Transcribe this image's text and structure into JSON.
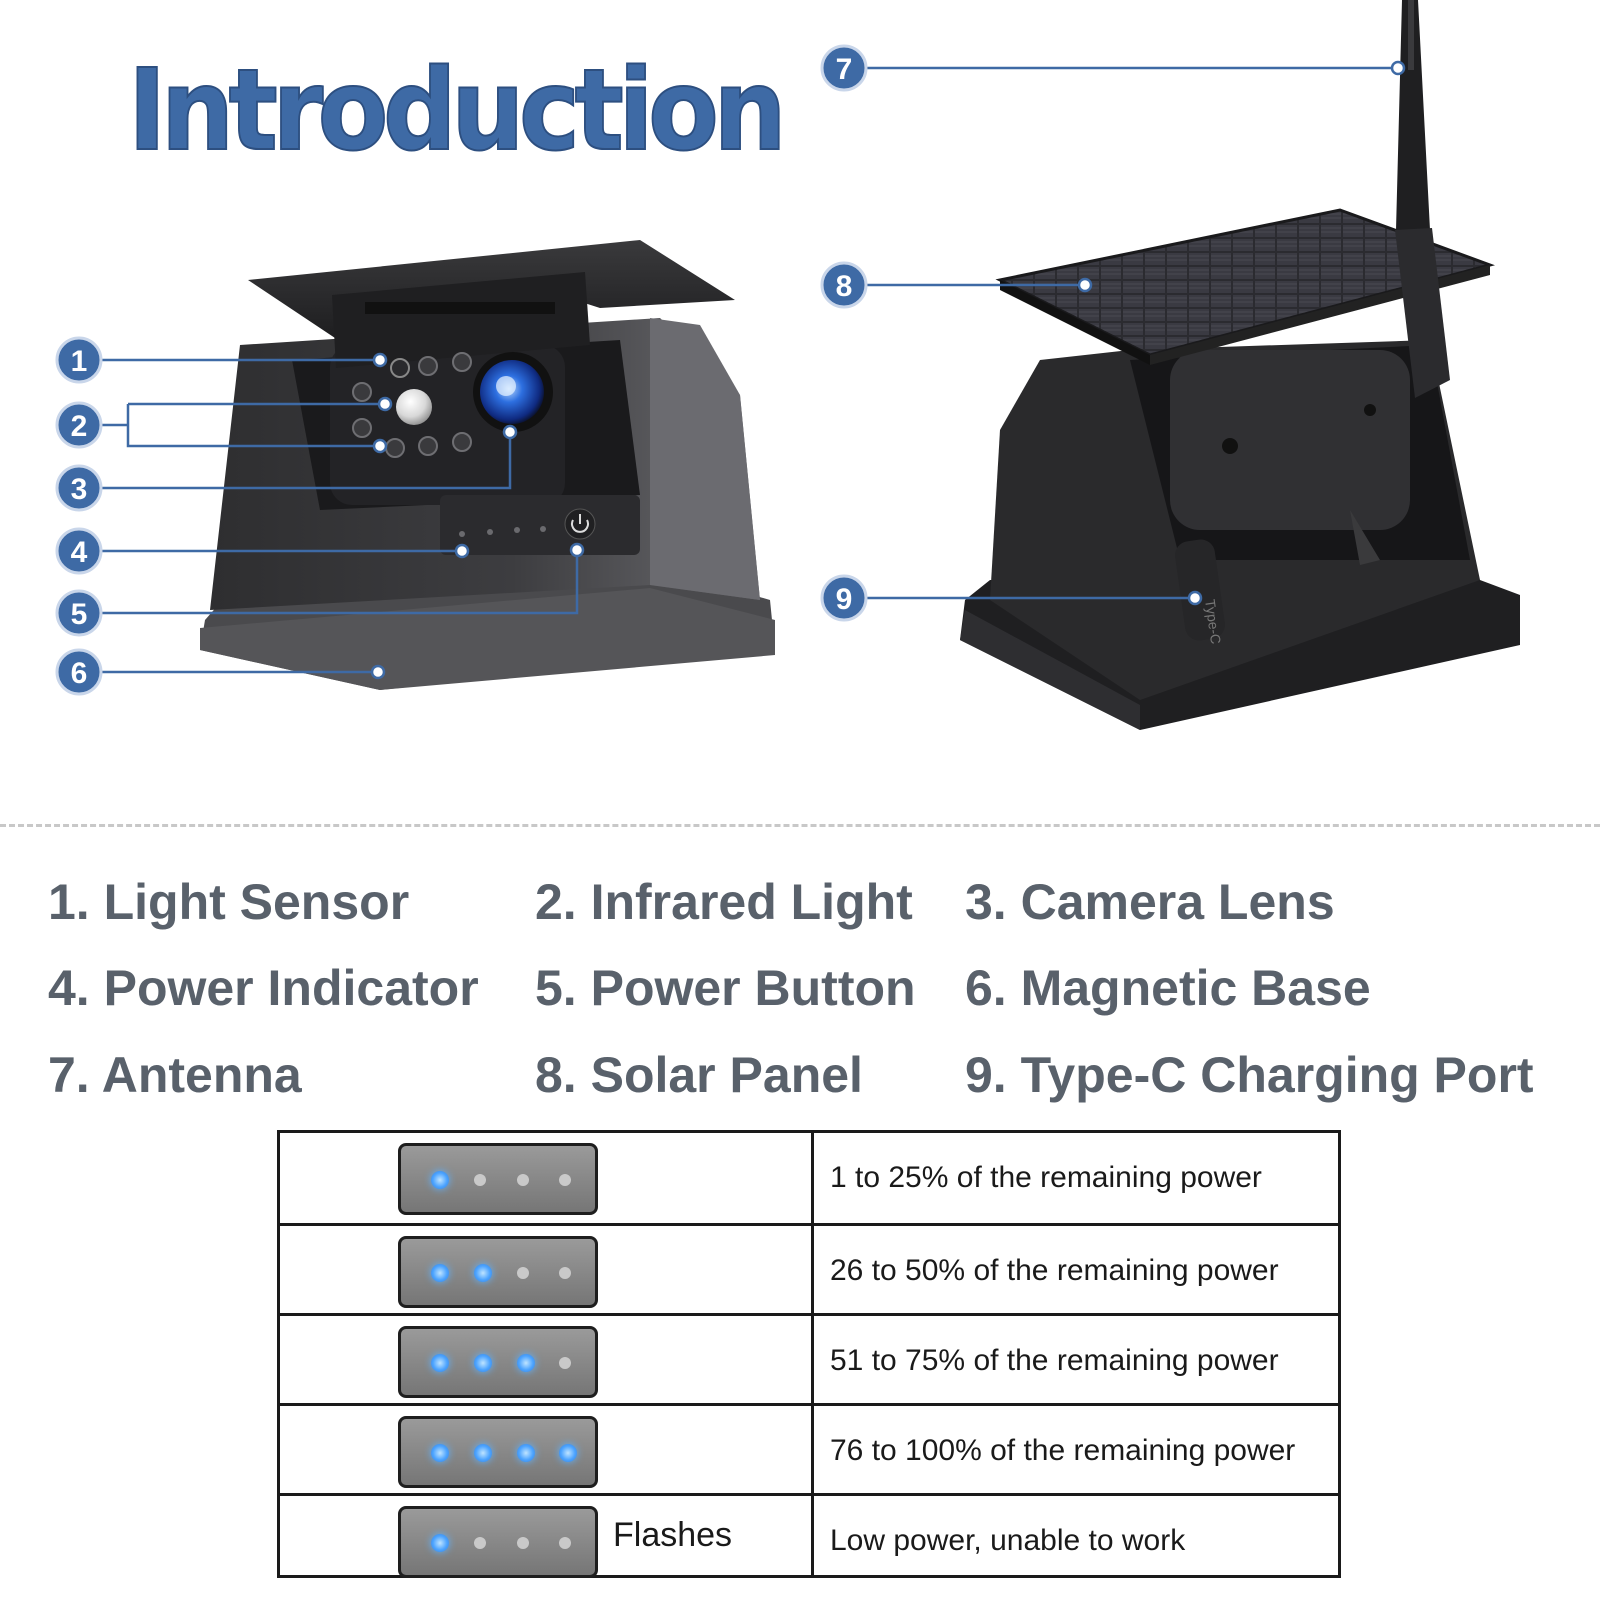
{
  "title": "Introduction",
  "callouts": [
    "1",
    "2",
    "3",
    "4",
    "5",
    "6",
    "7",
    "8",
    "9"
  ],
  "labels": [
    "1. Light Sensor",
    "2. Infrared Light",
    "3. Camera Lens",
    "4. Power Indicator",
    "5. Power Button",
    "6. Magnetic Base",
    "7. Antenna",
    "8. Solar Panel",
    "9. Type-C Charging Port"
  ],
  "port_label": "Type-C",
  "colors": {
    "accent": "#3e6aa5",
    "label_text": "#59616b",
    "led_on": "#4ba3ff",
    "led_off": "#c9c9c9"
  },
  "power_table": [
    {
      "leds_on": 1,
      "note": "",
      "description": "1 to 25% of the remaining power"
    },
    {
      "leds_on": 2,
      "note": "",
      "description": "26 to 50% of the remaining power"
    },
    {
      "leds_on": 3,
      "note": "",
      "description": "51 to 75% of the remaining power"
    },
    {
      "leds_on": 4,
      "note": "",
      "description": "76 to 100% of the remaining power"
    },
    {
      "leds_on": 1,
      "note": "Flashes",
      "description": "Low power, unable to work"
    }
  ]
}
